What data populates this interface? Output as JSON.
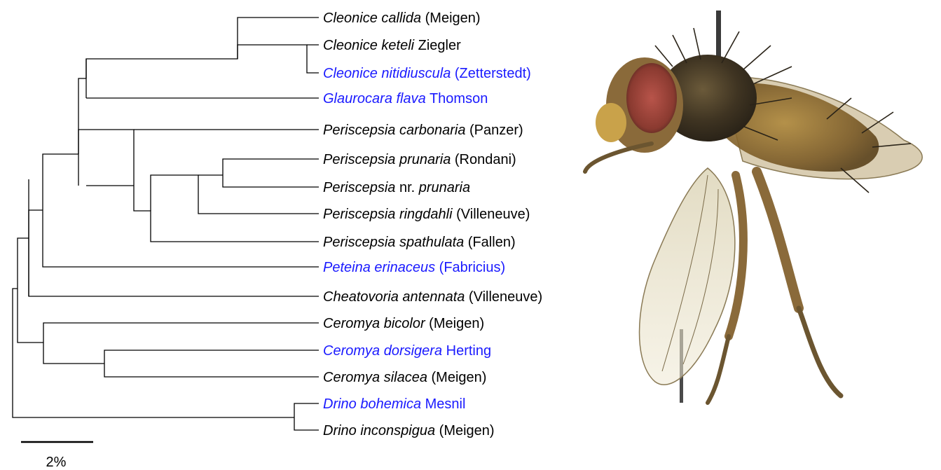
{
  "highlight_color": "#1a1aff",
  "default_color": "#000000",
  "scale_bar": {
    "label": "2%"
  },
  "taxa": [
    {
      "genus": "Cleonice",
      "rest_italic": "callida",
      "author": "(Meigen)",
      "highlight": false
    },
    {
      "genus": "Cleonice",
      "rest_italic": "keteli",
      "author": "Ziegler",
      "highlight": false
    },
    {
      "genus": "Cleonice",
      "rest_italic": "nitidiuscula",
      "author": "(Zetterstedt)",
      "highlight": true
    },
    {
      "genus": "Glaurocara",
      "rest_italic": "flava",
      "author": "Thomson",
      "highlight": true
    },
    {
      "genus": "Periscepsia",
      "rest_italic": "carbonaria",
      "author": "(Panzer)",
      "highlight": false
    },
    {
      "genus": "Periscepsia",
      "rest_italic": "prunaria",
      "author": "(Rondani)",
      "highlight": false
    },
    {
      "genus": "Periscepsia",
      "rest_italic": "",
      "author": "nr.",
      "after_italic": "prunaria",
      "highlight": false
    },
    {
      "genus": "Periscepsia",
      "rest_italic": "ringdahli",
      "author": "(Villeneuve)",
      "highlight": false
    },
    {
      "genus": "Periscepsia",
      "rest_italic": "spathulata",
      "author": "(Fallen)",
      "highlight": false
    },
    {
      "genus": "Peteina",
      "rest_italic": "erinaceus",
      "author": "(Fabricius)",
      "highlight": true
    },
    {
      "genus": "Cheatovoria",
      "rest_italic": "antennata",
      "author": "(Villeneuve)",
      "highlight": false
    },
    {
      "genus": "Ceromya",
      "rest_italic": "bicolor",
      "author": "(Meigen)",
      "highlight": false
    },
    {
      "genus": "Ceromya",
      "rest_italic": "dorsigera",
      "author": "Herting",
      "highlight": true
    },
    {
      "genus": "Ceromya",
      "rest_italic": "silacea",
      "author": "(Meigen)",
      "highlight": false
    },
    {
      "genus": "Drino",
      "rest_italic": "bohemica",
      "author": "Mesnil",
      "highlight": true
    },
    {
      "genus": "Drino",
      "rest_italic": "inconspigua",
      "author": "(Meigen)",
      "highlight": false
    }
  ],
  "specimen_image": {
    "icon": "fly-specimen-photo"
  }
}
